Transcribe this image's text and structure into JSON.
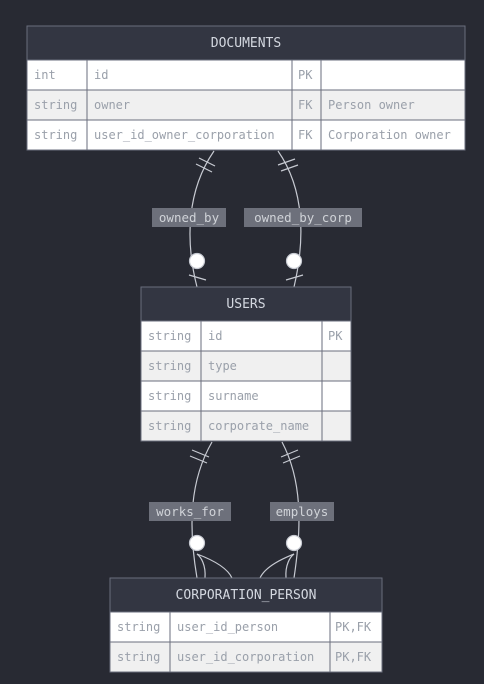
{
  "entities": {
    "documents": {
      "name": "DOCUMENTS",
      "rows": [
        {
          "type": "int",
          "attr": "id",
          "key": "PK",
          "comment": ""
        },
        {
          "type": "string",
          "attr": "owner",
          "key": "FK",
          "comment": "Person owner"
        },
        {
          "type": "string",
          "attr": "user_id_owner_corporation",
          "key": "FK",
          "comment": "Corporation owner"
        }
      ]
    },
    "users": {
      "name": "USERS",
      "rows": [
        {
          "type": "string",
          "attr": "id",
          "key": "PK"
        },
        {
          "type": "string",
          "attr": "type",
          "key": ""
        },
        {
          "type": "string",
          "attr": "surname",
          "key": ""
        },
        {
          "type": "string",
          "attr": "corporate_name",
          "key": ""
        }
      ]
    },
    "corporation_person": {
      "name": "CORPORATION_PERSON",
      "rows": [
        {
          "type": "string",
          "attr": "user_id_person",
          "key": "PK,FK"
        },
        {
          "type": "string",
          "attr": "user_id_corporation",
          "key": "PK,FK"
        }
      ]
    }
  },
  "relationships": [
    {
      "label": "owned_by",
      "from": "DOCUMENTS",
      "to": "USERS",
      "from_cardinality": "exactly-one",
      "to_cardinality": "zero-or-one"
    },
    {
      "label": "owned_by_corp",
      "from": "DOCUMENTS",
      "to": "USERS",
      "from_cardinality": "exactly-one",
      "to_cardinality": "zero-or-one"
    },
    {
      "label": "works_for",
      "from": "USERS",
      "to": "CORPORATION_PERSON",
      "from_cardinality": "exactly-one",
      "to_cardinality": "zero-or-more"
    },
    {
      "label": "employs",
      "from": "USERS",
      "to": "CORPORATION_PERSON",
      "from_cardinality": "exactly-one",
      "to_cardinality": "zero-or-more"
    }
  ],
  "colors": {
    "background": "#282a33",
    "header": "#333642",
    "border": "#6a6e7c",
    "row_light": "#ffffff",
    "row_alt": "#f0f0f0",
    "label_bg": "#6d707b"
  }
}
